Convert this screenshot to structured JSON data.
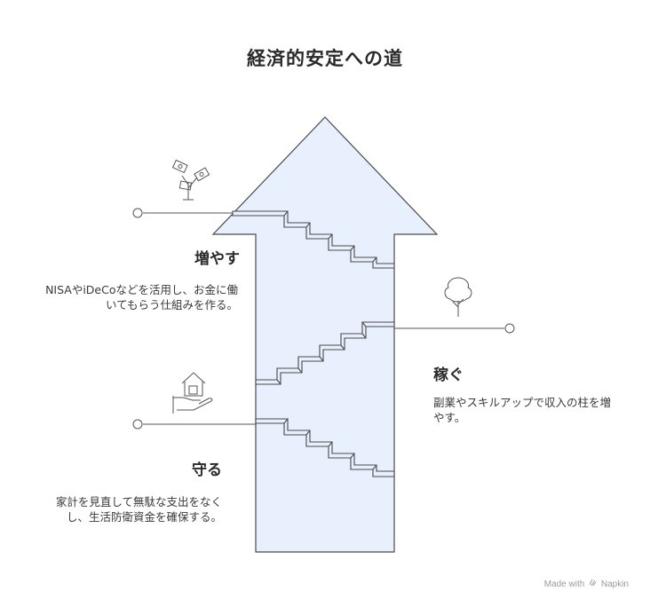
{
  "title": "経済的安定への道",
  "sections": [
    {
      "heading": "増やす",
      "description": "NISAやiDeCoなどを活用し、お金に働いてもらう仕組みを作る。",
      "icon": "money-plant-icon"
    },
    {
      "heading": "稼ぐ",
      "description": "副業やスキルアップで収入の柱を増やす。",
      "icon": "tree-icon"
    },
    {
      "heading": "守る",
      "description": "家計を見直して無駄な支出をなくし、生活防衛資金を確保する。",
      "icon": "house-in-hand-icon"
    }
  ],
  "footer": {
    "made_with": "Made with",
    "brand": "Napkin"
  },
  "colors": {
    "arrow_fill": "#e8f0fd",
    "stroke": "#4a4a4a"
  }
}
